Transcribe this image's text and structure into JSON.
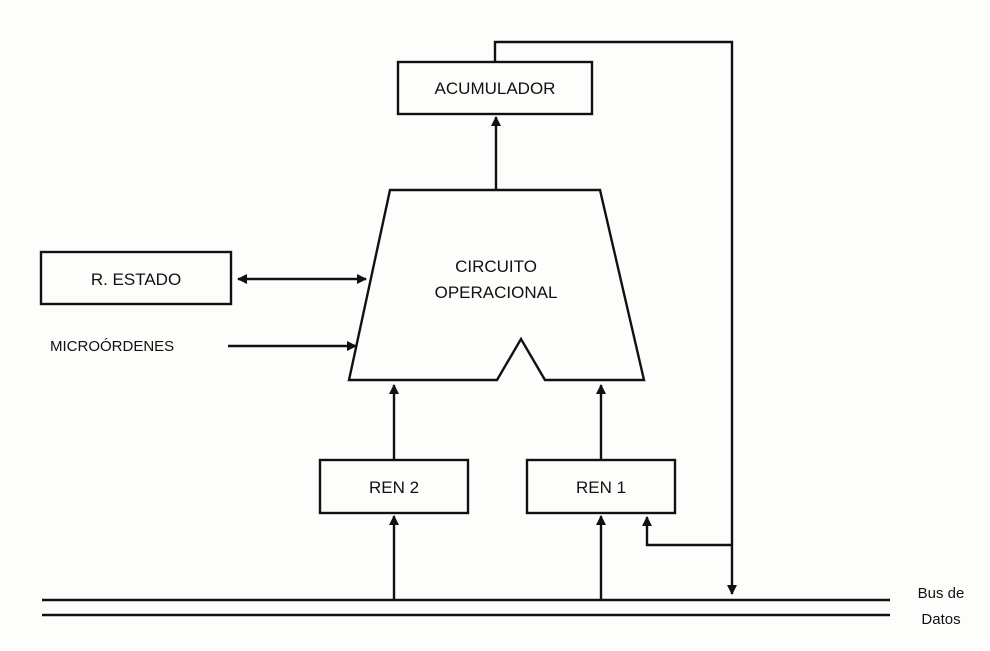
{
  "diagram": {
    "blocks": {
      "acumulador": "ACUMULADOR",
      "estado": "R. ESTADO",
      "circuito_line1": "CIRCUITO",
      "circuito_line2": "OPERACIONAL",
      "ren2": "REN  2",
      "ren1": "REN  1"
    },
    "signals": {
      "microordenes": "MICROÓRDENES"
    },
    "bus": {
      "line1": "Bus de",
      "line2": "Datos"
    }
  }
}
